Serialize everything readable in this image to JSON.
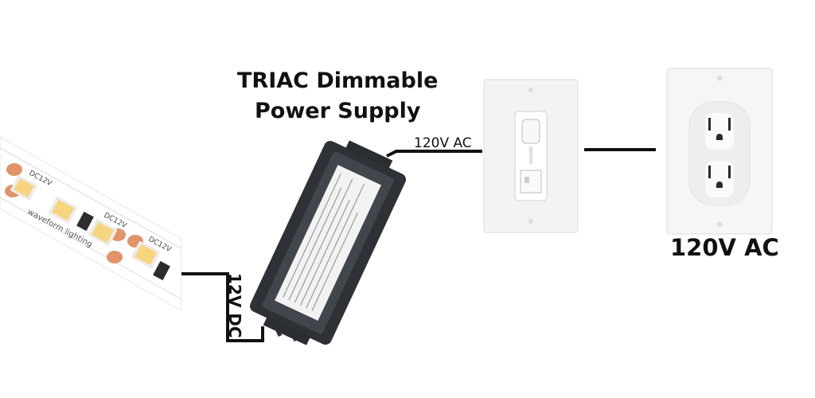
{
  "title": {
    "line1": "TRIAC Dimmable",
    "line2": "Power Supply"
  },
  "labels": {
    "ac_wire": "120V AC",
    "outlet": "120V AC",
    "dc_wire": "12V DC"
  },
  "led_strip": {
    "chip_label": "DC12V",
    "brand": "waveform lighting"
  },
  "colors": {
    "wire": "#111111",
    "driver_body": "#3b3f44",
    "led_chip": "#f6d57e",
    "pad": "#e3926a",
    "plate": "#f4f4f4"
  },
  "icons": [
    "led-strip-icon",
    "power-supply-icon",
    "dimmer-switch-icon",
    "duplex-outlet-icon"
  ]
}
